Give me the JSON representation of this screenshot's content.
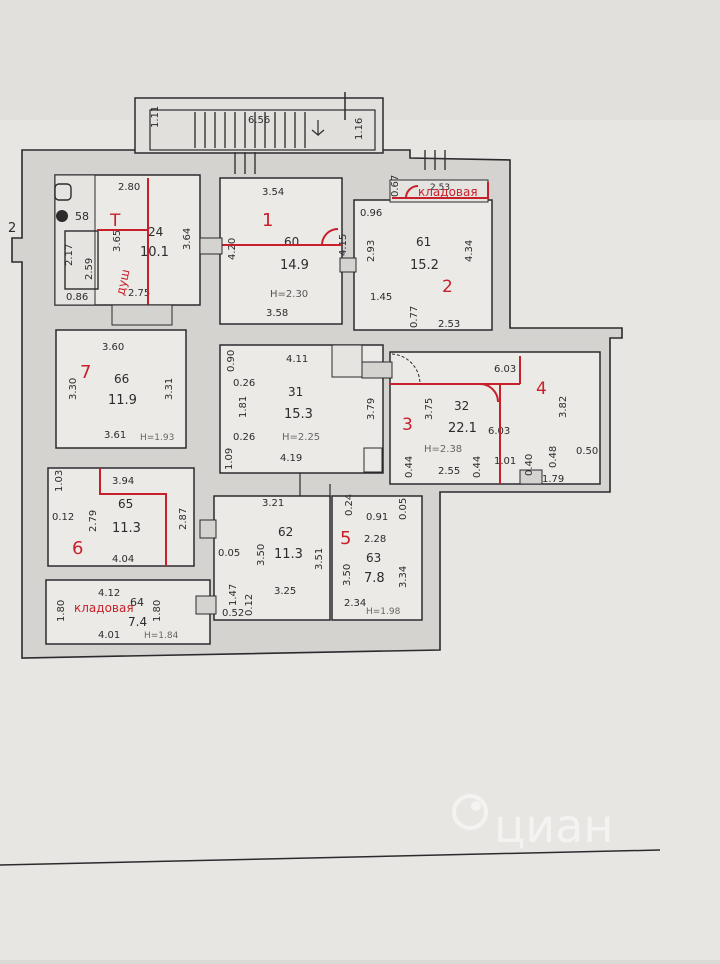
{
  "colors": {
    "ink": "#2b2b2e",
    "red": "#c8202a",
    "paper": "#eceae6",
    "shade": "#c9c8c6"
  },
  "page_mark": "2",
  "watermark": "циан",
  "rooms": [
    {
      "id": "24",
      "area": "10.1"
    },
    {
      "id": "60",
      "area": "14.9",
      "height": "H=2.30"
    },
    {
      "id": "61",
      "area": "15.2"
    },
    {
      "id": "66",
      "area": "11.9",
      "height": "H=1.93"
    },
    {
      "id": "31",
      "area": "15.3",
      "height": "H=2.25"
    },
    {
      "id": "32",
      "area": "22.1",
      "height": "H=2.38"
    },
    {
      "id": "65",
      "area": "11.3"
    },
    {
      "id": "62",
      "area": "11.3"
    },
    {
      "id": "63",
      "area": "7.8",
      "height": "H=1.98"
    },
    {
      "id": "64",
      "area": "7.4",
      "height": "H=1.84"
    },
    {
      "id": "58",
      "area": ""
    }
  ],
  "dims": {
    "stair_1_11": "1.11",
    "stair_6_56": "6.56",
    "stair_1_16": "1.16",
    "bath_2_80": "2.80",
    "bath_3_65": "3.65",
    "bath_3_64": "3.64",
    "bath_2_17": "2.17",
    "bath_2_59": "2.59",
    "bath_0_86": "0.86",
    "bath_2_75": "2.75",
    "r60_3_54": "3.54",
    "r60_4_20": "4.20",
    "r60_4_15": "4.15",
    "r60_3_58": "3.58",
    "r61_0_67": "0.67",
    "r61_2_53a": "2.53",
    "r61_0_96": "0.96",
    "r61_2_93": "2.93",
    "r61_4_34": "4.34",
    "r61_1_45": "1.45",
    "r61_0_77": "0.77",
    "r61_2_53b": "2.53",
    "r66_3_60": "3.60",
    "r66_3_30": "3.30",
    "r66_3_31": "3.31",
    "r66_3_61": "3.61",
    "r31_0_90": "0.90",
    "r31_4_11": "4.11",
    "r31_0_26a": "0.26",
    "r31_1_81": "1.81",
    "r31_0_26b": "0.26",
    "r31_3_79": "3.79",
    "r31_1_09": "1.09",
    "r31_4_19": "4.19",
    "r32_6_03a": "6.03",
    "r32_3_75": "3.75",
    "r32_6_03b": "6.03",
    "r32_3_82": "3.82",
    "r32_0_44a": "0.44",
    "r32_2_55": "2.55",
    "r32_0_44b": "0.44",
    "r32_1_01": "1.01",
    "r32_0_40": "0.40",
    "r32_0_48": "0.48",
    "r32_1_79": "1.79",
    "r32_0_50": "0.50",
    "r65_1_03": "1.03",
    "r65_3_94": "3.94",
    "r65_0_12": "0.12",
    "r65_2_79": "2.79",
    "r65_2_87": "2.87",
    "r65_4_04": "4.04",
    "r62_3_21": "3.21",
    "r62_0_05": "0.05",
    "r62_3_50": "3.50",
    "r62_3_51": "3.51",
    "r62_3_25": "3.25",
    "r62_1_47": "1.47",
    "r62_0_52": "0.52",
    "r62_0_12": "0.12",
    "r63_0_24": "0.24",
    "r63_0_91": "0.91",
    "r63_0_05": "0.05",
    "r63_2_28": "2.28",
    "r63_3_50": "3.50",
    "r63_3_34": "3.34",
    "r63_2_34": "2.34",
    "r64_4_12": "4.12",
    "r64_1_80a": "1.80",
    "r64_1_80b": "1.80",
    "r64_4_01": "4.01"
  },
  "annotations": {
    "n1": "1",
    "n2": "2",
    "n3": "3",
    "n4": "4",
    "n5": "5",
    "n6": "6",
    "n7": "7",
    "t": "T",
    "dush": "душ",
    "kladovaya_top": "кладовая",
    "kladovaya_bottom": "кладовая"
  }
}
